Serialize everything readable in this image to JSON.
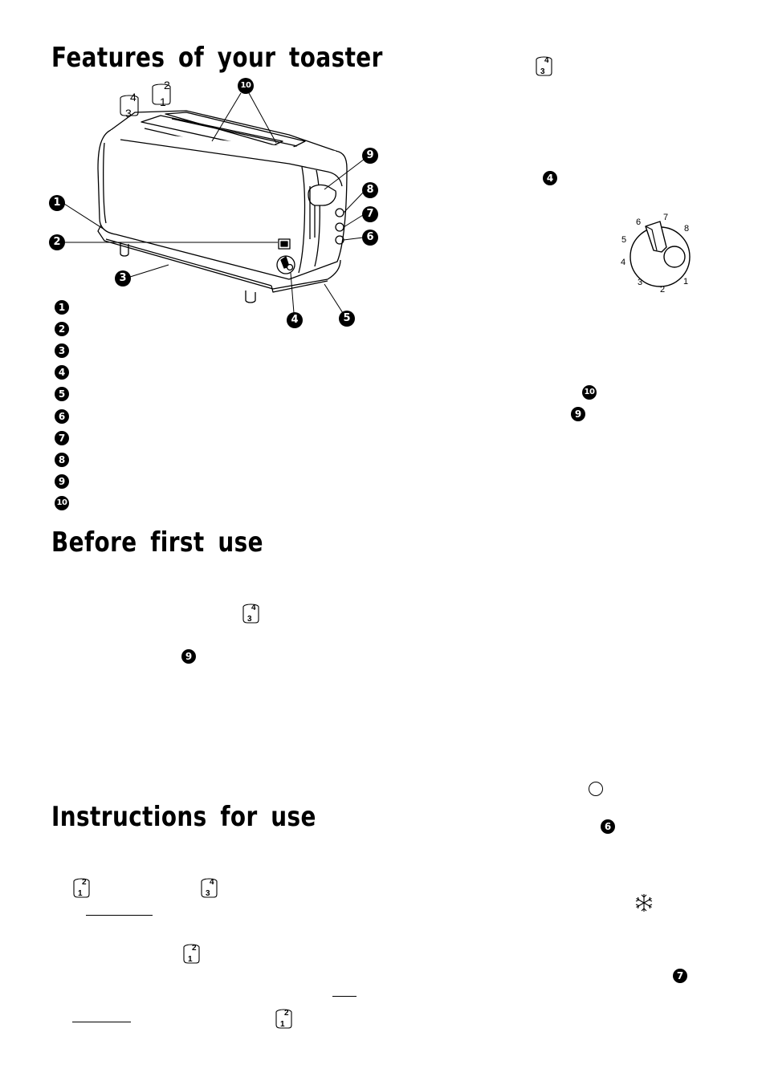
{
  "headings": {
    "features": "Features of your toaster",
    "before_first_use": "Before first use",
    "instructions": "Instructions for use"
  },
  "callouts": {
    "c1": "1",
    "c2": "2",
    "c3": "3",
    "c4": "4",
    "c5": "5",
    "c6": "6",
    "c7": "7",
    "c8": "8",
    "c9": "9",
    "c10": "10"
  },
  "slot_labels": {
    "top": "4",
    "bottom": "3",
    "top_alt": "2",
    "bottom_alt": "1"
  },
  "dial": {
    "numbers": [
      "1",
      "2",
      "3",
      "4",
      "5",
      "6",
      "7",
      "8"
    ]
  }
}
